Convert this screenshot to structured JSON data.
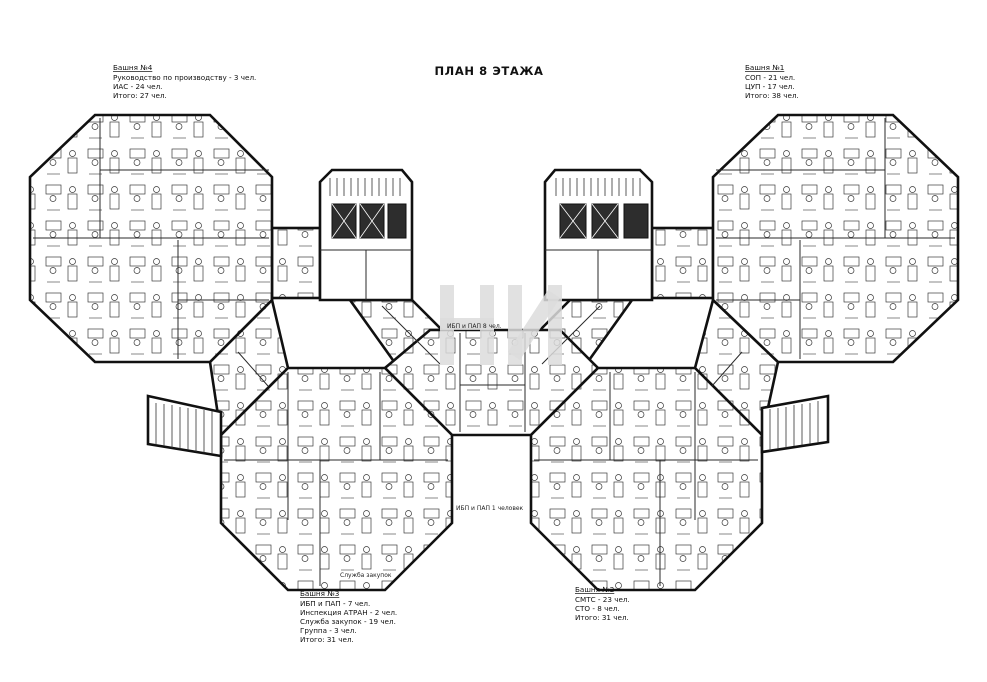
{
  "title": "ПЛАН 8 ЭТАЖА",
  "annotations": {
    "tower4": {
      "name": "Башня №4",
      "lines": [
        "Руководство по производству - 3 чел.",
        "ИАС - 24 чел.",
        "Итого: 27 чел."
      ]
    },
    "tower1": {
      "name": "Башня №1",
      "lines": [
        "СОП - 21 чел.",
        "ЦУП - 17 чел.",
        "Итого: 38 чел."
      ]
    },
    "tower3": {
      "name": "Башня №3",
      "lines": [
        "ИБП и ПАП - 7 чел.",
        "Инспекция АТРАН - 2 чел.",
        "Служба закупок - 19 чел.",
        "Группа - 3 чел.",
        "Итого: 31 чел."
      ]
    },
    "tower2": {
      "name": "Башня №2",
      "lines": [
        "СМТС - 23 чел.",
        "СТО - 8 чел.",
        "Итого: 31 чел."
      ]
    }
  },
  "labels": {
    "center_upper": "ИБП и ПАП 8 чел.",
    "center_lower": "ИБП и ПАП 1 человек",
    "tower3_room": "Служба закупок"
  }
}
